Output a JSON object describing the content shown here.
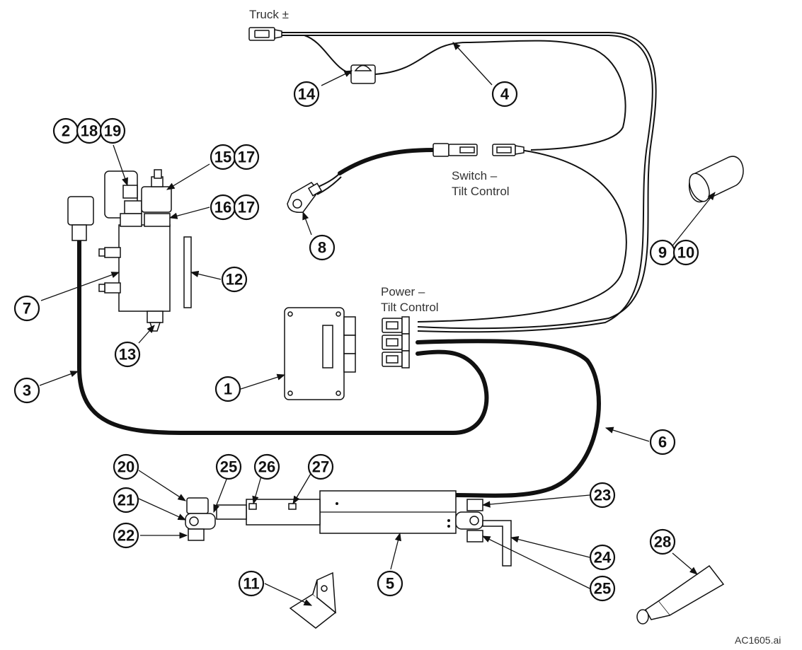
{
  "labels": {
    "truck": "Truck ±",
    "switch_line1": "Switch –",
    "switch_line2": "Tilt Control",
    "power_line1": "Power –",
    "power_line2": "Tilt Control"
  },
  "filename": "AC1605.ai",
  "callouts": [
    "1",
    "2",
    "3",
    "4",
    "5",
    "6",
    "7",
    "8",
    "9",
    "10",
    "11",
    "12",
    "13",
    "14",
    "15",
    "16",
    "17",
    "18",
    "19",
    "20",
    "21",
    "22",
    "23",
    "24",
    "25",
    "26",
    "27",
    "28"
  ]
}
